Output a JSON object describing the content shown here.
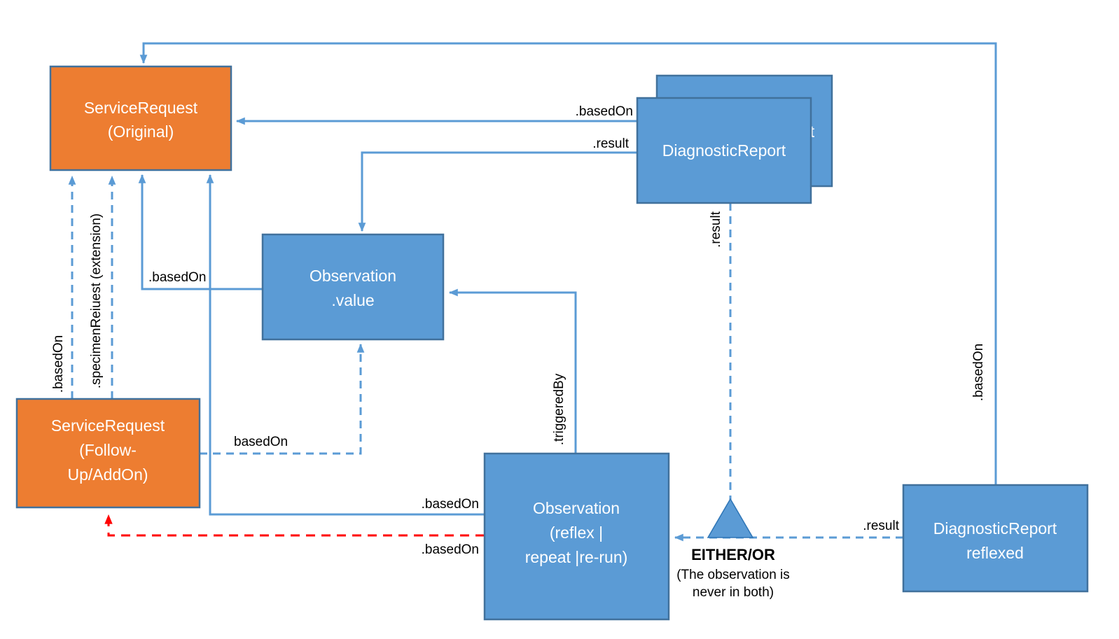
{
  "diagram": {
    "colors": {
      "orange_fill": "#ED7D31",
      "blue_fill": "#5B9BD5",
      "box_border": "#41719C",
      "arrow_blue": "#5B9BD5",
      "arrow_red": "#FF0000",
      "box_text": "#FFFFFF",
      "label_text": "#000000"
    },
    "boxes": {
      "sr_original": {
        "lines": [
          "ServiceRequest",
          "(Original)"
        ]
      },
      "sr_followup": {
        "lines": [
          "ServiceRequest",
          "(Follow-",
          "Up/AddOn)"
        ]
      },
      "obs_value": {
        "lines": [
          "Observation",
          ".value"
        ]
      },
      "dr_back": {
        "label": "DiagnosticReport"
      },
      "dr_front": {
        "label": "DiagnosticReport"
      },
      "obs_reflex": {
        "lines": [
          "Observation",
          "(reflex |",
          "repeat |re-run)"
        ]
      },
      "dr_reflexed": {
        "lines": [
          "DiagnosticReport",
          "reflexed"
        ]
      }
    },
    "edges": {
      "dr_to_sroriginal": {
        "label": ".basedOn"
      },
      "dr_to_obsvalue": {
        "label": ".result"
      },
      "obsvalue_to_sroriginal": {
        "label": ".basedOn"
      },
      "followup_to_sroriginal_basedon": {
        "label": ".basedOn"
      },
      "followup_to_sroriginal_specimen": {
        "label": ".specimenReiuest (extension)"
      },
      "followup_to_obsvalue": {
        "label": "basedOn"
      },
      "obsreflex_to_obsvalue": {
        "label": ".triggeredBy"
      },
      "dr_to_triangle": {
        "label": ".result"
      },
      "obsreflex_to_sroriginal": {
        "label": ".basedOn"
      },
      "obsreflex_to_followup": {
        "label": ".basedOn"
      },
      "drreflexed_to_obsreflex": {
        "label": ".result"
      },
      "drreflexed_to_sroriginal": {
        "label": ".basedOn"
      }
    },
    "annotations": {
      "either_or": "EITHER/OR",
      "note": [
        "(The observation is",
        "never in both)"
      ]
    }
  }
}
